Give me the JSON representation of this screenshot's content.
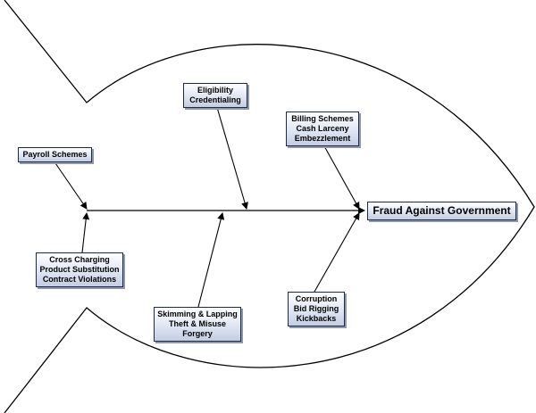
{
  "head": {
    "label": "Fraud Against Government"
  },
  "causes": [
    {
      "id": "payroll",
      "lines": [
        "Payroll Schemes"
      ]
    },
    {
      "id": "eligibility",
      "lines": [
        "Eligibility",
        "Credentialing"
      ]
    },
    {
      "id": "billing",
      "lines": [
        "Billing Schemes",
        "Cash Larceny",
        "Embezzlement"
      ]
    },
    {
      "id": "cross",
      "lines": [
        "Cross Charging",
        "Product Substitution",
        "Contract Violations"
      ]
    },
    {
      "id": "skimming",
      "lines": [
        "Skimming & Lapping",
        "Theft & Misuse",
        "Forgery"
      ]
    },
    {
      "id": "corruption",
      "lines": [
        "Corruption",
        "Bid Rigging",
        "Kickbacks"
      ]
    }
  ],
  "colors": {
    "line": "#000000",
    "box_border": "#1f2a44",
    "box_fill": "#dfe6f3"
  }
}
